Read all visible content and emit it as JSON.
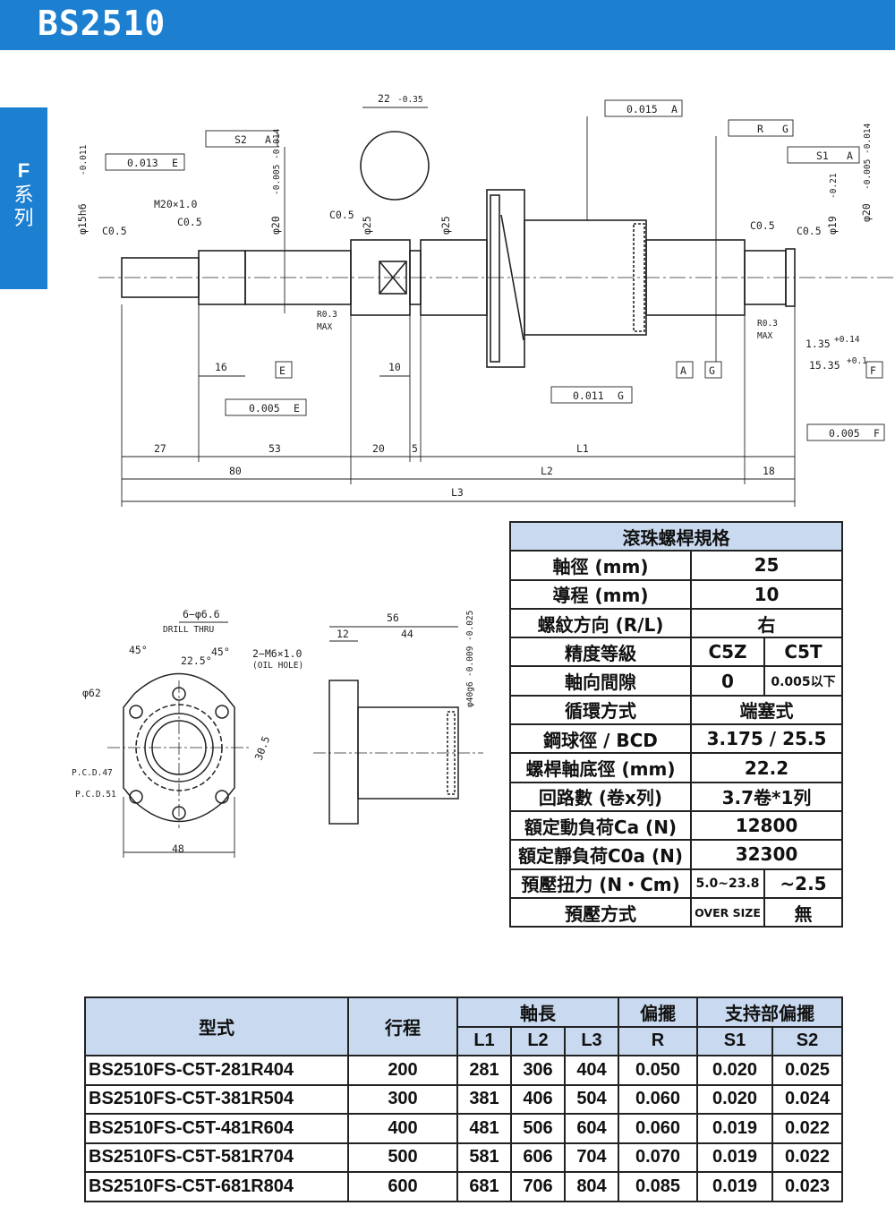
{
  "header": {
    "title": "BS2510"
  },
  "side_tab": {
    "letter": "F",
    "text": "系列"
  },
  "drawing": {
    "labels": {
      "flat_width": "22",
      "flat_tol": "-0.35",
      "tol_runout_a": "0.015",
      "datum_a": "A",
      "tol_r": "R",
      "datum_g": "G",
      "tol_s1": "S1",
      "tol_s2": "S2",
      "tol_left": "0.013",
      "datum_e": "E",
      "dia15": "φ15h6",
      "dia15_tol": "-0.011",
      "m20": "M20×1.0",
      "c05": "C0.5",
      "dia20": "φ20",
      "dia20_tol": "-0.005 -0.014",
      "dia25": "φ25",
      "dia19": "φ19",
      "dia19_tol": "-0.21",
      "r03": "R0.3",
      "max": "MAX",
      "d16": "16",
      "d10": "10",
      "d135": "1.35",
      "d135_tol": "+0.14",
      "d1535": "15.35",
      "d1535_tol": "+0.1",
      "datum_f": "F",
      "tol_e": "0.005",
      "tol_g": "0.011",
      "tol_f": "0.005",
      "d27": "27",
      "d53": "53",
      "d20": "20",
      "d5": "5",
      "l1": "L1",
      "d80": "80",
      "l2": "L2",
      "d18": "18",
      "l3": "L3",
      "drill": "6−φ6.6",
      "drill_thru": "DRILL THRU",
      "a45": "45°",
      "a225": "22.5°",
      "oil": "2−M6×1.0",
      "oil_hole": "(OIL HOLE)",
      "d62": "φ62",
      "pcd47": "P.C.D.47",
      "pcd51": "P.C.D.51",
      "d305": "30.5",
      "d48": "48",
      "d56": "56",
      "d12": "12",
      "d44": "44",
      "dia40": "φ40g6",
      "dia40_tol": "-0.009 -0.025"
    }
  },
  "spec_table": {
    "title": "滾珠螺桿規格",
    "rows": [
      {
        "label": "軸徑 (mm)",
        "value": "25"
      },
      {
        "label": "導程 (mm)",
        "value": "10"
      },
      {
        "label": "螺紋方向 (R/L)",
        "value": "右"
      },
      {
        "label": "精度等級",
        "v1": "C5Z",
        "v2": "C5T"
      },
      {
        "label": "軸向間隙",
        "v1": "0",
        "v2": "0.005以下"
      },
      {
        "label": "循環方式",
        "value": "端塞式"
      },
      {
        "label": "鋼球徑 / BCD",
        "value": "3.175 / 25.5"
      },
      {
        "label": "螺桿軸底徑 (mm)",
        "value": "22.2"
      },
      {
        "label": "回路數 (卷x列)",
        "value": "3.7卷*1列"
      },
      {
        "label": "額定動負荷Ca (N)",
        "value": "12800"
      },
      {
        "label": "額定靜負荷C0a (N)",
        "value": "32300"
      },
      {
        "label": "預壓扭力 (N・Cm)",
        "v1": "5.0~23.8",
        "v2": "~2.5"
      },
      {
        "label": "預壓方式",
        "v1": "OVER SIZE",
        "v2": "無"
      }
    ]
  },
  "model_table": {
    "headers": {
      "model": "型式",
      "stroke": "行程",
      "shaft_length": "軸長",
      "runout": "偏擺",
      "support_runout": "支持部偏擺",
      "l1": "L1",
      "l2": "L2",
      "l3": "L3",
      "r": "R",
      "s1": "S1",
      "s2": "S2"
    },
    "rows": [
      {
        "model": "BS2510FS-C5T-281R404",
        "stroke": "200",
        "l1": "281",
        "l2": "306",
        "l3": "404",
        "r": "0.050",
        "s1": "0.020",
        "s2": "0.025"
      },
      {
        "model": "BS2510FS-C5T-381R504",
        "stroke": "300",
        "l1": "381",
        "l2": "406",
        "l3": "504",
        "r": "0.060",
        "s1": "0.020",
        "s2": "0.024"
      },
      {
        "model": "BS2510FS-C5T-481R604",
        "stroke": "400",
        "l1": "481",
        "l2": "506",
        "l3": "604",
        "r": "0.060",
        "s1": "0.019",
        "s2": "0.022"
      },
      {
        "model": "BS2510FS-C5T-581R704",
        "stroke": "500",
        "l1": "581",
        "l2": "606",
        "l3": "704",
        "r": "0.070",
        "s1": "0.019",
        "s2": "0.022"
      },
      {
        "model": "BS2510FS-C5T-681R804",
        "stroke": "600",
        "l1": "681",
        "l2": "706",
        "l3": "804",
        "r": "0.085",
        "s1": "0.019",
        "s2": "0.023"
      }
    ]
  }
}
